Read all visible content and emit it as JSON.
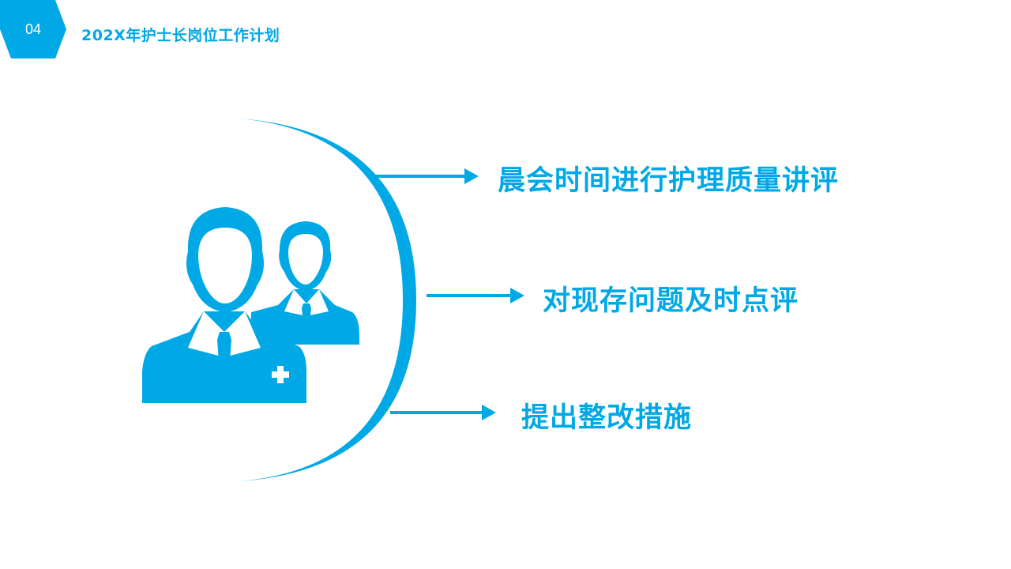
{
  "slide": {
    "number": "04",
    "title": "202X年护士长岗位工作计划"
  },
  "theme": {
    "accent": "#00A8E6",
    "background": "#ffffff"
  },
  "illustration": {
    "icon": "medical-staff-icon"
  },
  "items": [
    {
      "label": "晨会时间进行护理质量讲评",
      "icon": "arrow-right-icon"
    },
    {
      "label": "对现存问题及时点评",
      "icon": "arrow-right-icon"
    },
    {
      "label": "提出整改措施",
      "icon": "arrow-right-icon"
    }
  ]
}
